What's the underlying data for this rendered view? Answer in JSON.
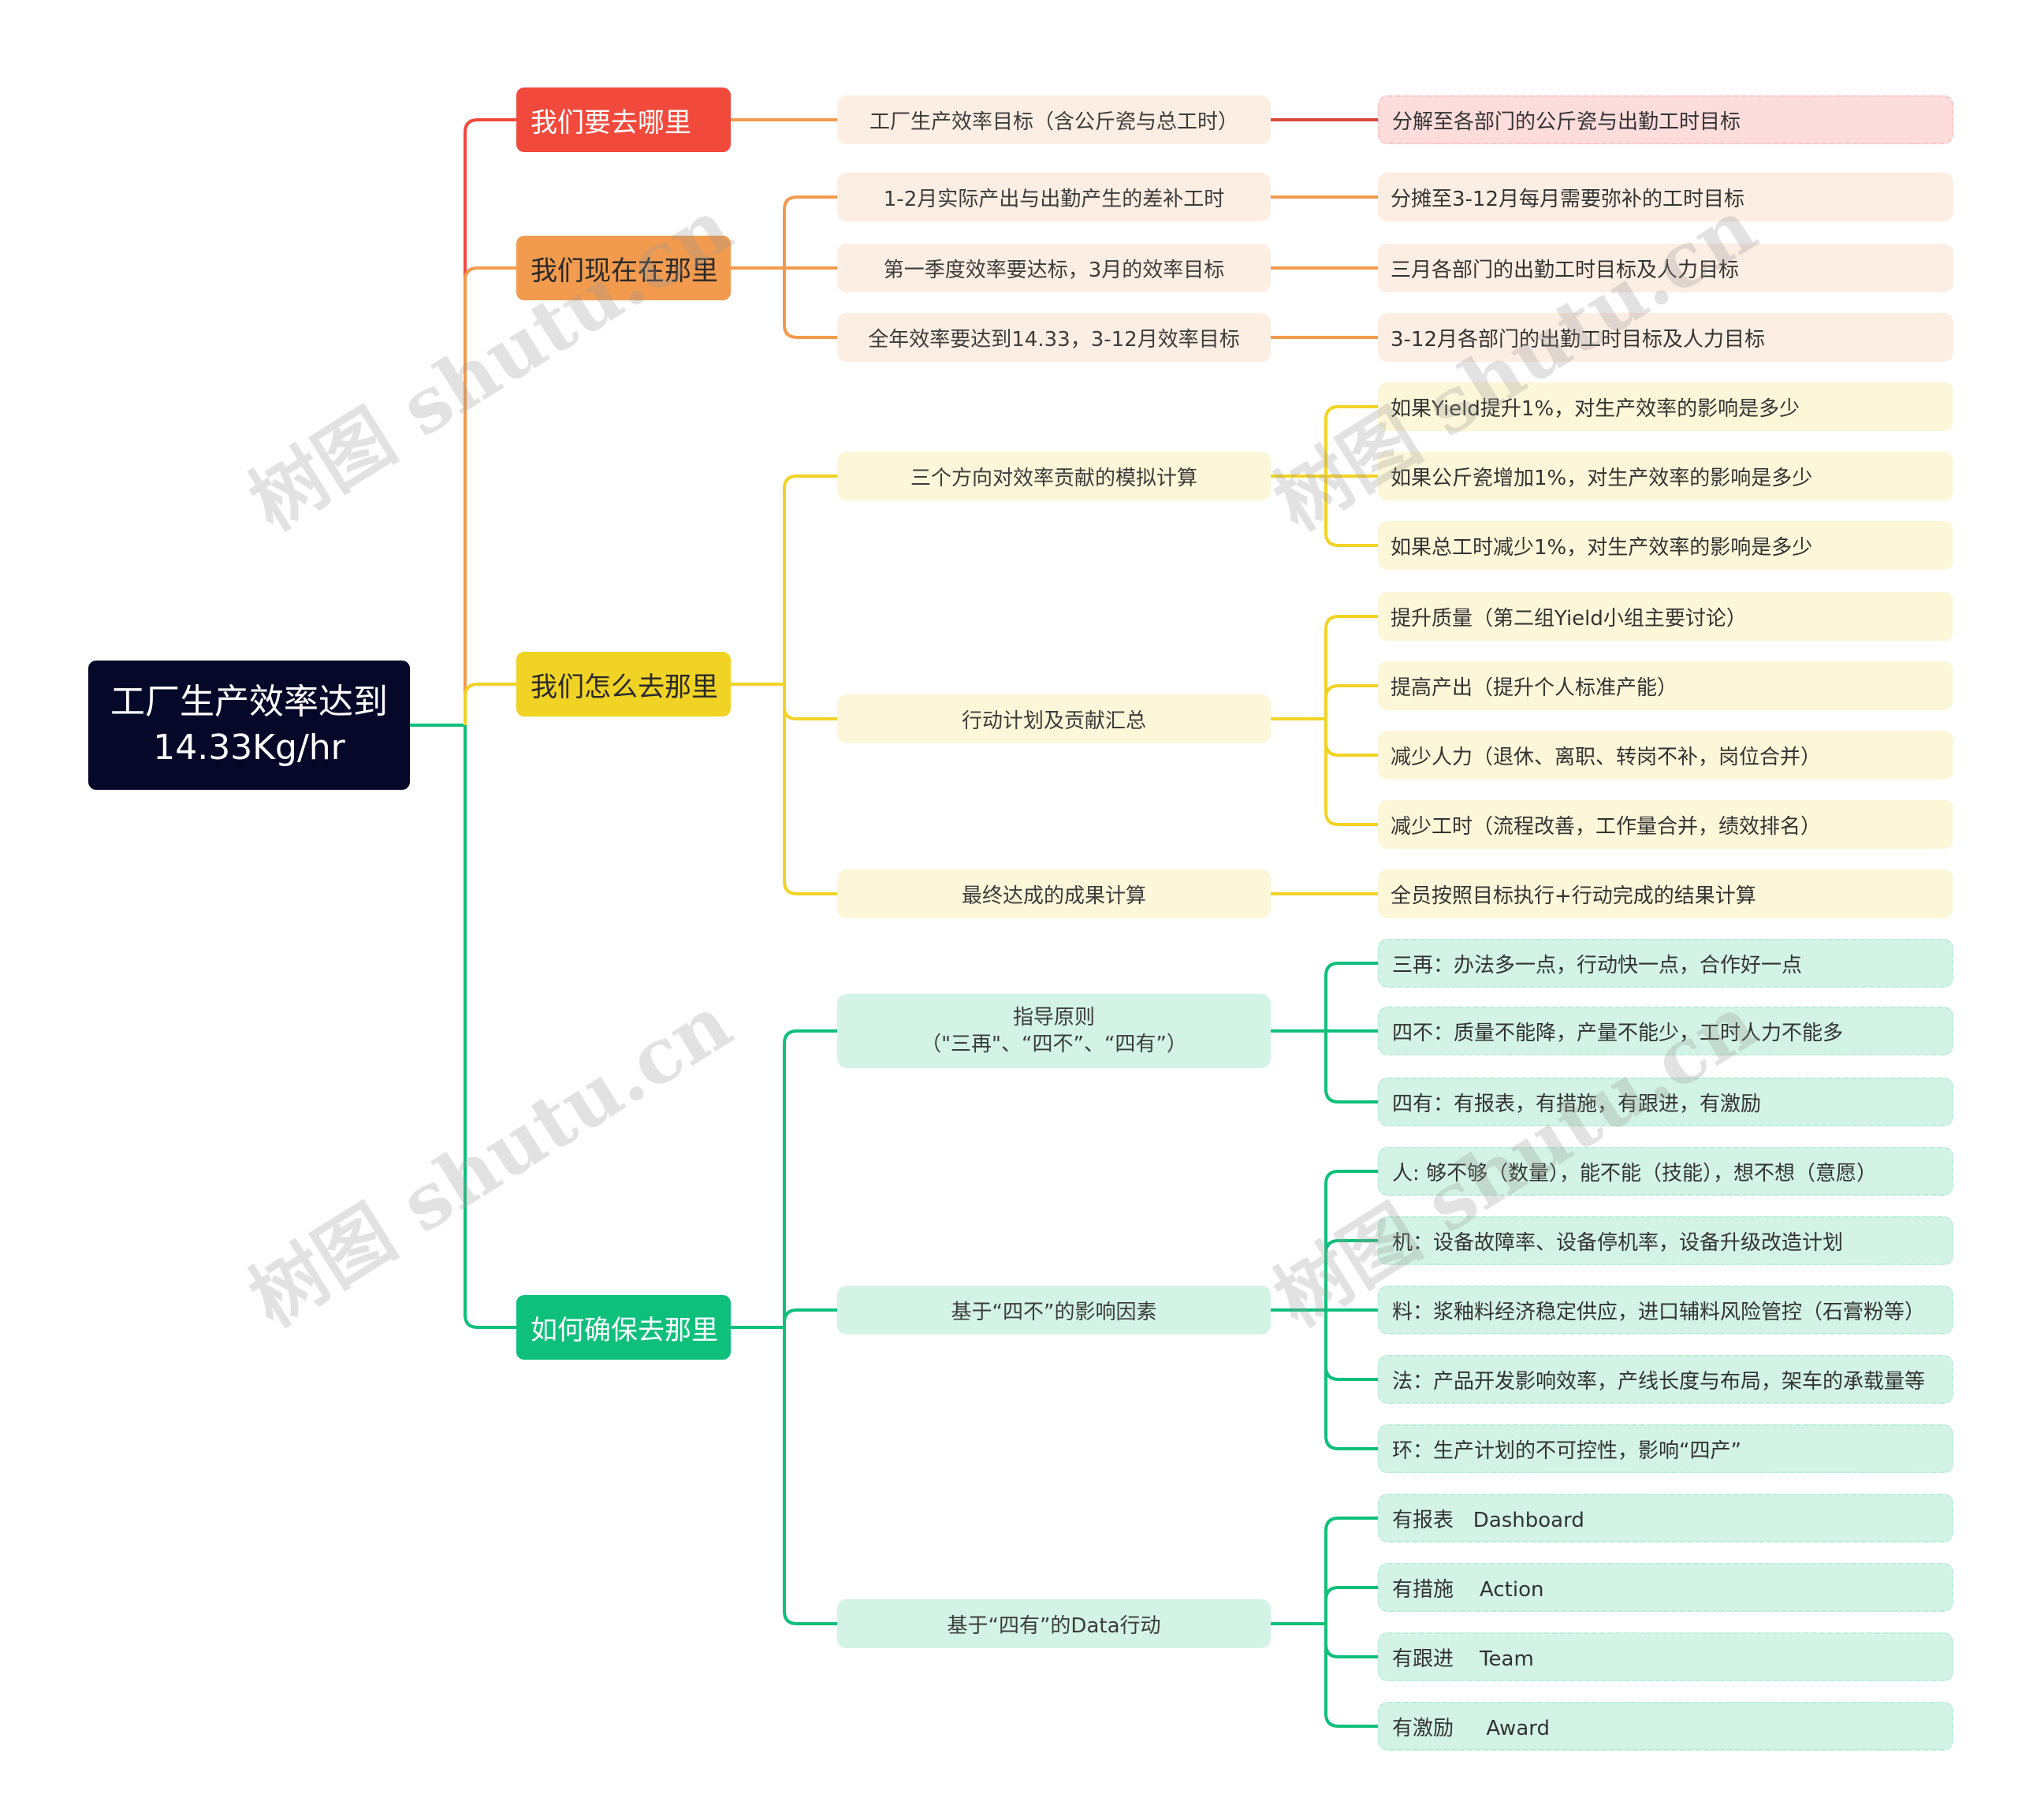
{
  "colors": {
    "root": "#060829",
    "red": "#f14a3d",
    "orange": "#f29b4e",
    "yellow": "#f1d325",
    "green": "#0fbf7c"
  },
  "root": {
    "line1": "工厂生产效率达到",
    "line2": "14.33Kg/hr"
  },
  "branches": [
    {
      "label": "我们要去哪里",
      "children": [
        {
          "label": "工厂生产效率目标（含公斤瓷与总工时）",
          "children": [
            "分解至各部门的公斤瓷与出勤工时目标"
          ]
        }
      ]
    },
    {
      "label": "我们现在在那里",
      "children": [
        {
          "label": "1-2月实际产出与出勤产生的差补工时",
          "children": [
            "分摊至3-12月每月需要弥补的工时目标"
          ]
        },
        {
          "label": "第一季度效率要达标，3月的效率目标",
          "children": [
            "三月各部门的出勤工时目标及人力目标"
          ]
        },
        {
          "label": "全年效率要达到14.33，3-12月效率目标",
          "children": [
            "3-12月各部门的出勤工时目标及人力目标"
          ]
        }
      ]
    },
    {
      "label": "我们怎么去那里",
      "children": [
        {
          "label": "三个方向对效率贡献的模拟计算",
          "children": [
            "如果Yield提升1%，对生产效率的影响是多少",
            "如果公斤瓷增加1%，对生产效率的影响是多少",
            "如果总工时减少1%，对生产效率的影响是多少"
          ]
        },
        {
          "label": "行动计划及贡献汇总",
          "children": [
            "提升质量（第二组Yield小组主要讨论）",
            "提高产出（提升个人标准产能）",
            "减少人力（退休、离职、转岗不补，岗位合并）",
            "减少工时（流程改善，工作量合并，绩效排名）"
          ]
        },
        {
          "label": "最终达成的成果计算",
          "children": [
            "全员按照目标执行+行动完成的结果计算"
          ]
        }
      ]
    },
    {
      "label": "如何确保去那里",
      "children": [
        {
          "label": "指导原则",
          "label2": "（\"三再\"、“四不”、“四有”）",
          "children": [
            "三再：办法多一点，行动快一点，合作好一点",
            "四不：质量不能降，产量不能少，工时人力不能多",
            "四有：有报表，有措施，有跟进，有激励"
          ]
        },
        {
          "label": "基于“四不”的影响因素",
          "children": [
            "人: 够不够（数量），能不能（技能），想不想（意愿）",
            "机：设备故障率、设备停机率，设备升级改造计划",
            "料：浆釉料经济稳定供应，进口辅料风险管控（石膏粉等）",
            "法：产品开发影响效率，产线长度与布局，架车的承载量等",
            "环：生产计划的不可控性，影响“四产”"
          ]
        },
        {
          "label": "基于“四有”的Data行动",
          "children": [
            "有报表   Dashboard",
            "有措施    Action",
            "有跟进    Team",
            "有激励     Award"
          ]
        }
      ]
    }
  ],
  "watermark": "树图 shutu.cn"
}
